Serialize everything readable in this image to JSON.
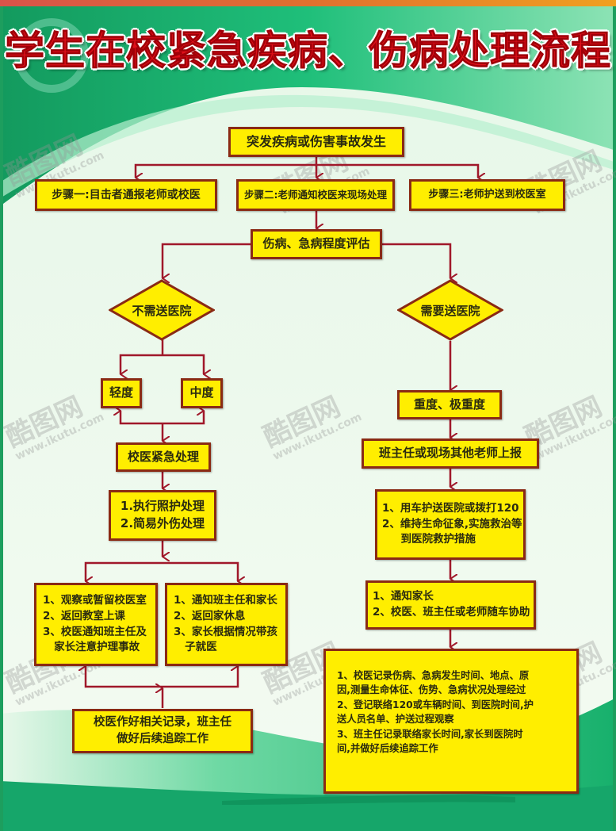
{
  "title": "学生在校紧急疾病、伤病处理流程",
  "colors": {
    "box_fill": "#ffee00",
    "box_border": "#8a2a14",
    "connector": "#a0182a",
    "title_red": "#e0101a",
    "bg_green": "#1fbf7a"
  },
  "start": "突发疾病或伤害事故发生",
  "steps": [
    "步骤一:目击者通报老师或校医",
    "步骤二:老师通知校医来现场处理",
    "步骤三:老师护送到校医室"
  ],
  "assessment": "伤病、急病程度评估",
  "left_branch": {
    "decision": "不需送医院",
    "levels": [
      "轻度",
      "中度"
    ],
    "emergency": "校医紧急处理",
    "actions": [
      "1.执行照护处理",
      "2.简易外伤处理"
    ],
    "outcome_left": [
      "1、观察或暂留校医室",
      "2、返回教室上课",
      "3、校医通知班主任及",
      "   家长注意护理事故"
    ],
    "outcome_right": [
      "1、通知班主任和家长",
      "2、返回家休息",
      "3、家长根据情况带孩",
      "   子就医"
    ],
    "record": [
      "校医作好相关记录，班主任",
      "做好后续追踪工作"
    ]
  },
  "right_branch": {
    "decision": "需要送医院",
    "level": "重度、极重度",
    "report": "班主任或现场其他老师上报",
    "actions": [
      "1、用车护送医院或拨打120",
      "2、维持生命征象,实施救治等",
      "     到医院救护措施"
    ],
    "notify": [
      "1、通知家长",
      "2、校医、班主任或老师随车协助"
    ],
    "record": [
      "1、校医记录伤病、急病发生时间、地点、原",
      "因,测量生命体征、伤势、急病状况处理经过",
      "2、登记联络120或车辆时间、到医院时间,护",
      "送人员名单、护送过程观察",
      "3、班主任记录联络家长时间,家长到医院时",
      "间,并做好后续追踪工作"
    ]
  },
  "watermark": {
    "logo": "酷图网",
    "url": "www.ikutu.com"
  }
}
